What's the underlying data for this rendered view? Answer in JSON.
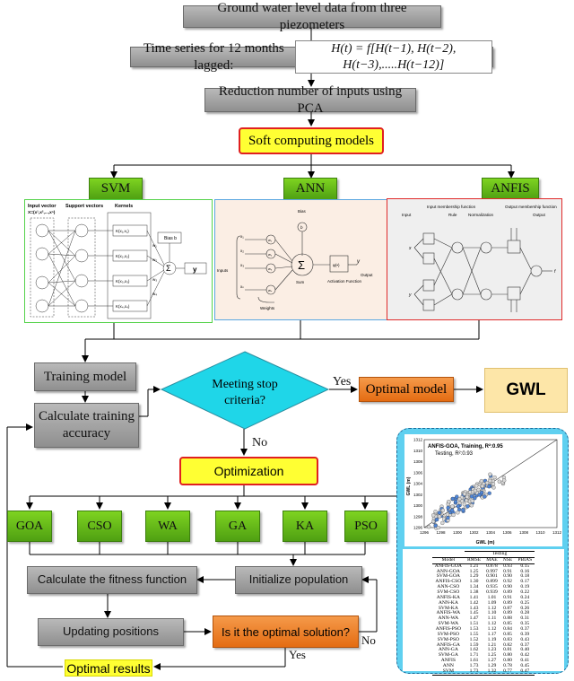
{
  "steps": {
    "gwl_data": "Ground water level data from three piezometers",
    "time_series_label": "Time series for 12 months lagged:",
    "time_series_formula": "H(t) = f[H(t−1), H(t−2), H(t−3),.....H(t−12)]",
    "pca": "Reduction number of inputs using PCA",
    "soft_models": "Soft computing models",
    "training_model": "Training model",
    "calc_accuracy": "Calculate training accuracy",
    "stop_criteria": "Meeting stop criteria?",
    "yes1": "Yes",
    "no1": "No",
    "optimal_model": "Optimal model",
    "gwl": "GWL",
    "optimization": "Optimization",
    "fitness": "Calculate the fitness function",
    "init_pop": "Initialize population",
    "updating": "Updating positions",
    "is_optimal": "Is it the optimal solution?",
    "no2": "No",
    "yes2": "Yes",
    "optimal_results": "Optimal results"
  },
  "models": [
    {
      "label": "SVM"
    },
    {
      "label": "ANN"
    },
    {
      "label": "ANFIS"
    }
  ],
  "svm_panel": {
    "input_vector": "Input vector",
    "input_formula": "X=(x¹,x²,...,xⁿ)",
    "support_vectors": "Support vectors",
    "kernels": "Kernels",
    "bias": "Bias b",
    "output": "y",
    "k_labels": [
      "K(x₁,x₁)",
      "K(x₂,x₂)",
      "K(x₃,x₃)",
      "K(x₄,x₄)"
    ],
    "w_labels": [
      "w₁",
      "w₂",
      "w₃",
      "w₄"
    ]
  },
  "ann_panel": {
    "bias": "Bias",
    "b": "b",
    "inputs": "Inputs",
    "weights": "Weights",
    "sum": "Sum",
    "activation": "Activation Function",
    "output": "Output",
    "x_labels": [
      "x₁",
      "x₂",
      "x₃",
      "xₙ"
    ],
    "w_labels": [
      "w₁",
      "w₂",
      "w₃",
      "wₙ"
    ],
    "phi": "φ(•)",
    "y": "y"
  },
  "anfis_panel": {
    "input": "Input",
    "input_mf": "Input membership function",
    "rule": "Rule",
    "normalization": "Normalization",
    "output_mf": "Output membership function",
    "output": "Output",
    "x": "x",
    "y": "y",
    "f": "f"
  },
  "algorithms": [
    "GOA",
    "CSO",
    "WA",
    "GA",
    "KA",
    "PSO"
  ],
  "scatter": {
    "title_line1": "ANFIS-GOA, Training, R²:0.95",
    "title_line2": "Testing, R²:0.93",
    "xlabel": "GWL (m)",
    "ylabel": "GWL (m)",
    "xticks": [
      "1296",
      "1298",
      "1300",
      "1302",
      "1304",
      "1306",
      "1308",
      "1310",
      "1312"
    ],
    "yticks": [
      "1312",
      "1310",
      "1308",
      "1306",
      "1304",
      "1302",
      "1300",
      "1298",
      "1296"
    ]
  },
  "table": {
    "group_header": "Testing",
    "columns": [
      "Model",
      "RMSE",
      "MAE",
      "NSE",
      "PBIAS"
    ],
    "rows": [
      [
        "ANFIS-GOA",
        "1.21",
        "0.878",
        "0.93",
        "0.15"
      ],
      [
        "ANN-GOA",
        "1.25",
        "0.997",
        "0.91",
        "0.16"
      ],
      [
        "SVM-GOA",
        "1.29",
        "0.901",
        "0.90",
        "0.18"
      ],
      [
        "ANFIS-CSO",
        "1.30",
        "0.899",
        "0.92",
        "0.17"
      ],
      [
        "ANN-CSO",
        "1.34",
        "0.935",
        "0.90",
        "0.19"
      ],
      [
        "SVM-CSO",
        "1.38",
        "0.939",
        "0.89",
        "0.22"
      ],
      [
        "ANFIS-KA",
        "1.41",
        "1.01",
        "0.91",
        "0.24"
      ],
      [
        "ANN-KA",
        "1.42",
        "1.09",
        "0.89",
        "0.25"
      ],
      [
        "SVM-KA",
        "1.43",
        "1.12",
        "0.87",
        "0.26"
      ],
      [
        "ANFIS-WA",
        "1.45",
        "1.10",
        "0.89",
        "0.28"
      ],
      [
        "ANN-WA",
        "1.47",
        "1.11",
        "0.88",
        "0.31"
      ],
      [
        "SVM-WA",
        "1.51",
        "1.12",
        "0.85",
        "0.35"
      ],
      [
        "ANFIS-PSO",
        "1.53",
        "1.12",
        "0.84",
        "0.37"
      ],
      [
        "SVM-PSO",
        "1.55",
        "1.17",
        "0.85",
        "0.39"
      ],
      [
        "SVM-PSO",
        "1.52",
        "1.19",
        "0.83",
        "0.43"
      ],
      [
        "ANFIS-GA",
        "1.59",
        "1.21",
        "0.82",
        "0.37"
      ],
      [
        "ANN-GA",
        "1.62",
        "1.23",
        "0.81",
        "0.40"
      ],
      [
        "SVM-GA",
        "1.71",
        "1.25",
        "0.80",
        "0.42"
      ],
      [
        "ANFIS",
        "1.61",
        "1.27",
        "0.80",
        "0.41"
      ],
      [
        "ANN",
        "1.73",
        "1.29",
        "0.78",
        "0.45"
      ],
      [
        "SVM",
        "1.73",
        "1.32",
        "0.77",
        "0.47"
      ]
    ]
  }
}
